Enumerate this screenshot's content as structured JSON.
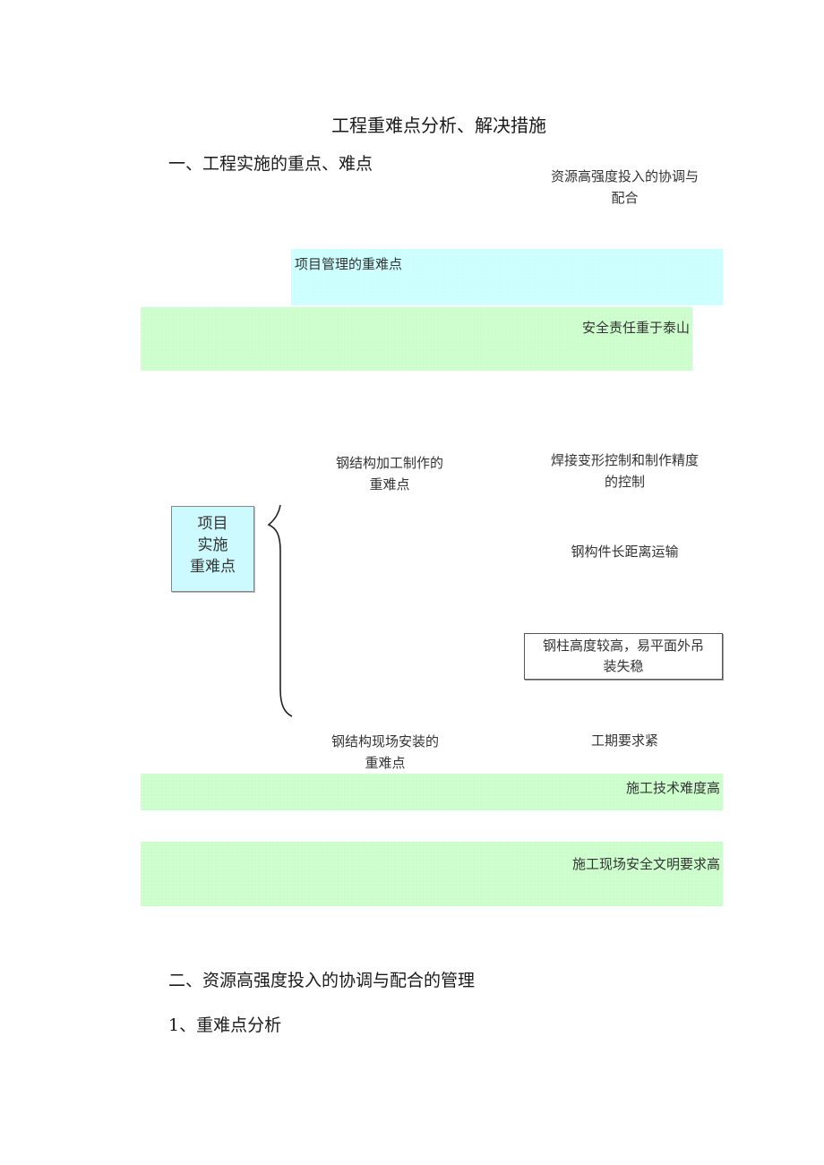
{
  "document": {
    "title": "工程重难点分析、解决措施",
    "section1_heading": "一、工程实施的重点、难点",
    "section2_heading": "二、资源高强度投入的协调与配合的管理",
    "subsection1_heading": "1、重难点分析"
  },
  "diagram": {
    "center_node": {
      "line1": "项目",
      "line2": "实施",
      "line3": "重难点"
    },
    "resources_label": {
      "line1": "资源高强度投入的协调与",
      "line2": "配合"
    },
    "project_mgmt_band": "项目管理的重难点",
    "safety_band": "安全责任重于泰山",
    "steel_fabrication": {
      "line1": "钢结构加工制作的",
      "line2": "重难点"
    },
    "welding_control": {
      "line1": "焊接变形控制和制作精度",
      "line2": "的控制"
    },
    "transport": "钢构件长距离运输",
    "column_stability": {
      "line1": "钢柱高度较高，易平面外吊",
      "line2": "装失稳"
    },
    "steel_installation": {
      "line1": "钢结构现场安装的",
      "line2": "重难点"
    },
    "schedule": "工期要求紧",
    "technical_band": "施工技术难度高",
    "site_safety_band": "施工现场安全文明要求高"
  },
  "colors": {
    "green_band": "#ccfecc",
    "cyan_band": "#ccffff",
    "center_box_fill": "#ccfafe"
  }
}
